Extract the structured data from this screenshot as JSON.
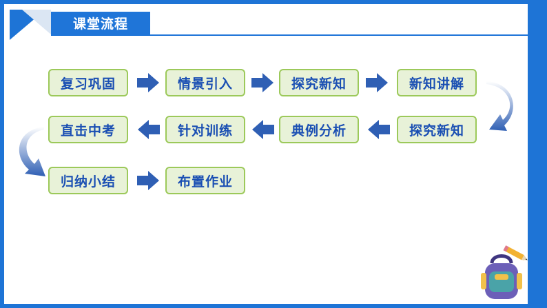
{
  "header": {
    "title": "课堂流程"
  },
  "flow": {
    "steps": [
      "复习巩固",
      "情景引入",
      "探究新知",
      "新知讲解",
      "探究新知",
      "典例分析",
      "针对训练",
      "直击中考",
      "归纳小结",
      "布置作业"
    ]
  },
  "colors": {
    "brand_blue": "#1e74d6",
    "step_fill": "#e8f2d8",
    "step_border": "#9cc95a",
    "step_text": "#1a4fb3",
    "arrow": "#2f5fb4"
  },
  "icons": [
    "right-arrow-icon",
    "left-arrow-icon",
    "curved-arrow-icon",
    "school-bag-icon",
    "pencil-icon"
  ]
}
